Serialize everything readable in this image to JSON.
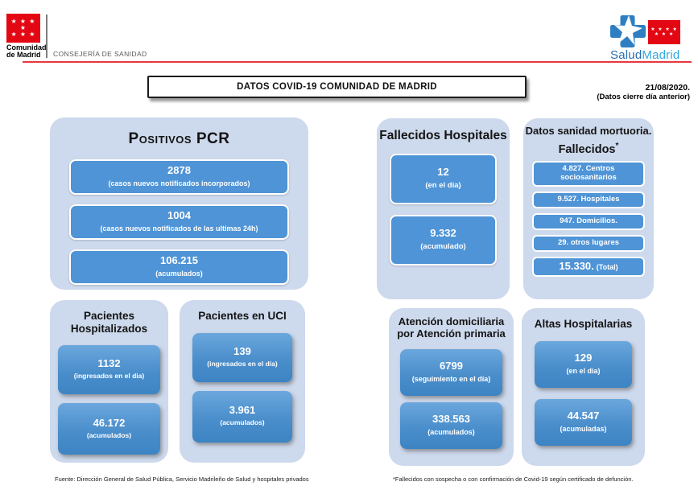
{
  "colors": {
    "brand_red": "#e30613",
    "accent_blue": "#4f94d6",
    "panel_bg": "#cdd9ec",
    "gradient_top": "#6ba7dd",
    "gradient_bottom": "#3d84c4"
  },
  "icons": {
    "stars_row1": "★ ★ ★ ★",
    "stars_row2": "★ ★ ★"
  },
  "header": {
    "org_line1": "Comunidad",
    "org_line2": "de Madrid",
    "department": "CONSEJERÍA DE SANIDAD",
    "brand_salud": "Salud",
    "brand_madrid": "Madrid"
  },
  "title_bar": {
    "title": "DATOS COVID-19 COMUNIDAD DE MADRID"
  },
  "date_note": {
    "date": "21/08/2020.",
    "note": "(Datos cierre día anterior)"
  },
  "panels": {
    "positivos_pcr": {
      "title": "Positivos PCR",
      "stats": [
        {
          "value": "2878",
          "label": "(casos nuevos notificados incorporados)"
        },
        {
          "value": "1004",
          "label": "(casos nuevos notificados de las ultimas 24h)"
        },
        {
          "value": "106.215",
          "label": "(acumulados)"
        }
      ]
    },
    "fallecidos_hospitales": {
      "title": "Fallecidos Hospitales",
      "stats": [
        {
          "value": "12",
          "label": "(en el día)"
        },
        {
          "value": "9.332",
          "label": "(acumulado)"
        }
      ]
    },
    "sanidad_mortuoria": {
      "title_line1": "Datos sanidad mortuoria.",
      "title_line2": "Fallecidos",
      "asterisk": "*",
      "items": [
        "4.827. Centros sociosanitarios",
        "9.527. Hospitales",
        "947. Domicilios.",
        "29. otros lugares"
      ],
      "total": {
        "value": "15.330.",
        "label": "(Total)"
      }
    },
    "pacientes_hospitalizados": {
      "title": "Pacientes Hospitalizados",
      "stats": [
        {
          "value": "1132",
          "label": "(ingresados en el dia)"
        },
        {
          "value": "46.172",
          "label": "(acumulados)"
        }
      ]
    },
    "pacientes_uci": {
      "title": "Pacientes en UCI",
      "stats": [
        {
          "value": "139",
          "label": "(ingresados en el día)"
        },
        {
          "value": "3.961",
          "label": "(acumulados)"
        }
      ]
    },
    "atencion_domiciliaria": {
      "title": "Atención domiciliaria por Atención primaria",
      "stats": [
        {
          "value": "6799",
          "label": "(seguimiento en el día)"
        },
        {
          "value": "338.563",
          "label": "(acumulados)"
        }
      ]
    },
    "altas_hospitalarias": {
      "title": "Altas Hospitalarias",
      "stats": [
        {
          "value": "129",
          "label": "(en el dia)"
        },
        {
          "value": "44.547",
          "label": "(acumuladas)"
        }
      ]
    }
  },
  "footnotes": {
    "left": "Fuente: Dirección General de Salud Pública, Servicio Madrileño de Salud y hospitales privados",
    "right": "*Fallecidos con sospecha o con confirmación de Covid-19 según certificado de defunción."
  }
}
